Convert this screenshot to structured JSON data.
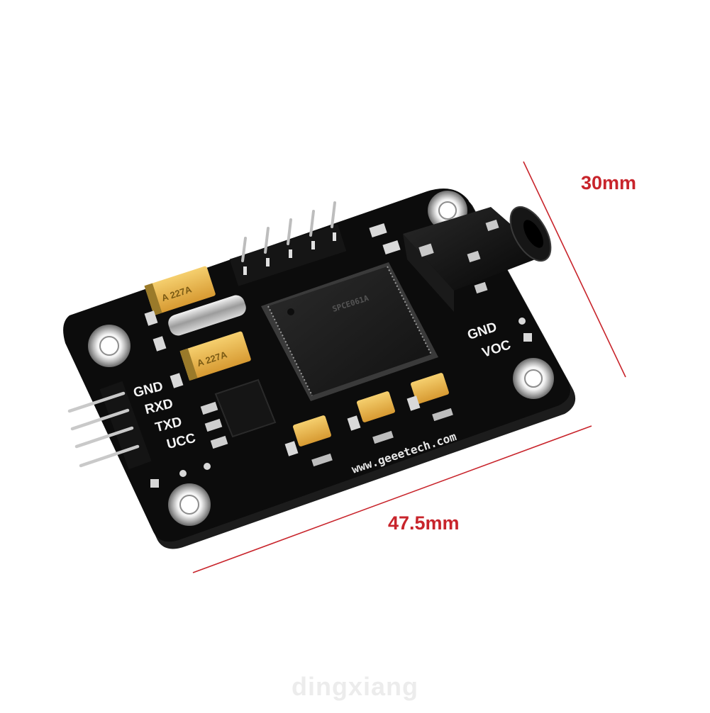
{
  "dimensions": {
    "height_label": "30mm",
    "width_label": "47.5mm"
  },
  "board": {
    "left_pins": {
      "gnd": "GND",
      "rxd": "RXD",
      "txd": "TXD",
      "vcc": "UCC"
    },
    "right_pins": {
      "gnd": "GND",
      "voc": "VOC"
    },
    "website": "www.geeetech.com",
    "capacitor_code": "A 227A"
  },
  "watermark": "dingxiang",
  "colors": {
    "dimension": "#c8242b",
    "pcb": "#0c0c0c",
    "capacitor": "#e7b24b",
    "watermark": "#ececec"
  }
}
